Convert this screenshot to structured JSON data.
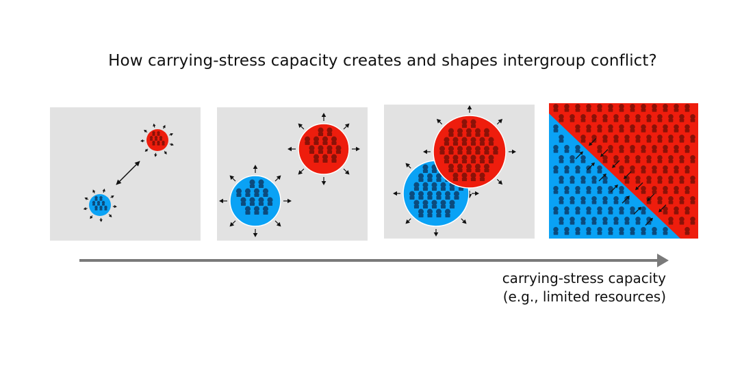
{
  "title": "How carrying-stress capacity creates and shapes intergroup conflict?",
  "axis": {
    "label_line1": "carrying-stress capacity",
    "label_line2": "(e.g., limited resources)"
  },
  "colors": {
    "blue_group": "#0aa2f5",
    "red_group": "#ee1d0d",
    "panel_bg": "#e2e2e2",
    "arrow_gray": "#7a7a7a",
    "person_blue": "#0c4b7d",
    "person_red": "#8a1208"
  },
  "panels": [
    {
      "id": 1,
      "description_icon": "small-distant-groups"
    },
    {
      "id": 2,
      "description_icon": "growing-groups"
    },
    {
      "id": 3,
      "description_icon": "touching-groups"
    },
    {
      "id": 4,
      "description_icon": "conflict-boundary"
    }
  ]
}
